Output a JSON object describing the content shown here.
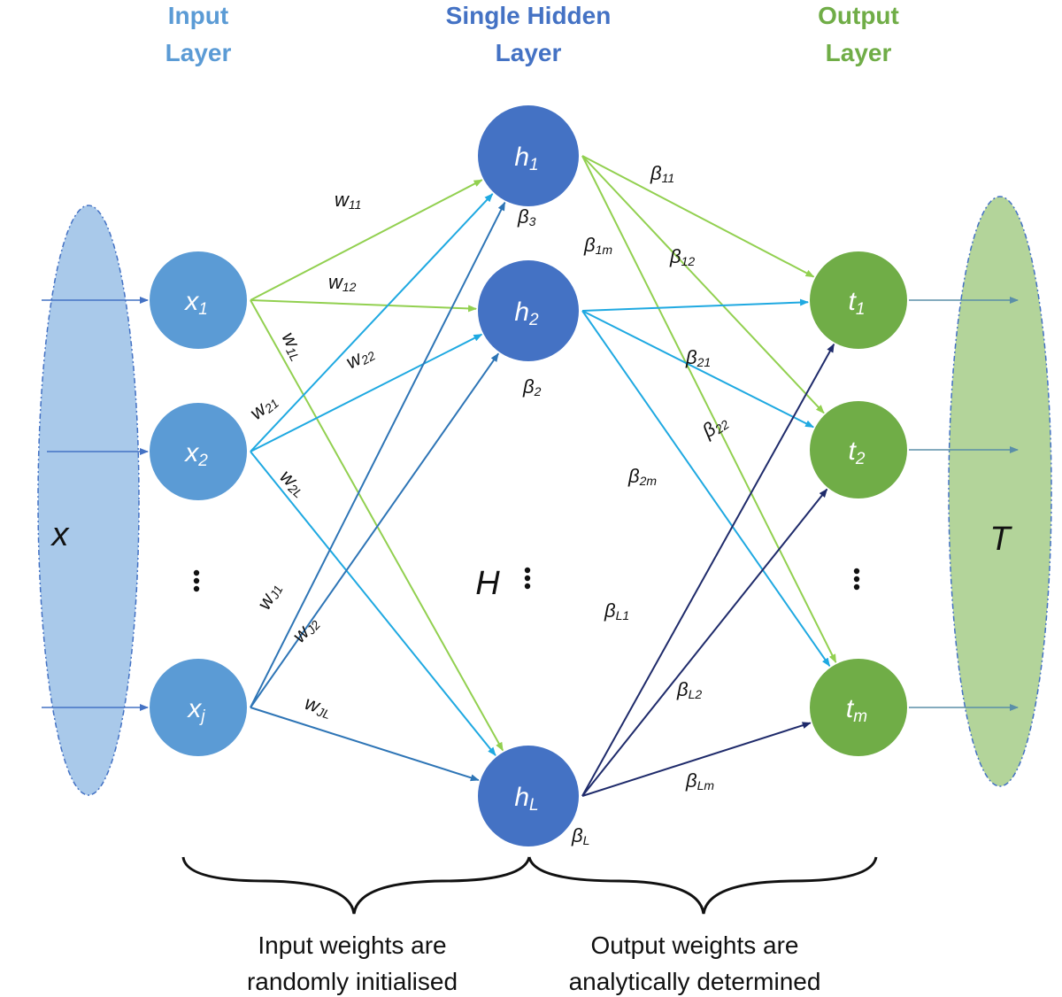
{
  "headers": {
    "input": [
      "Input",
      "Layer"
    ],
    "hidden": [
      "Single Hidden",
      "Layer"
    ],
    "output": [
      "Output",
      "Layer"
    ]
  },
  "colors": {
    "input_header": "#5B9BD5",
    "hidden_header": "#4472C4",
    "output_header": "#70AD47",
    "input_node": "#5B9BD5",
    "hidden_node": "#4472C4",
    "output_node": "#70AD47",
    "input_ellipse": "#A9C9EA",
    "output_ellipse": "#B3D49A",
    "edge_green": "#92D050",
    "edge_cyan": "#1FA9E1",
    "edge_blue": "#2E75B6",
    "edge_navy": "#1F2B6B"
  },
  "input_ellipse_label": "x",
  "output_ellipse_label": "T",
  "hidden_center_label": "H",
  "input_nodes": [
    {
      "id": "x1",
      "base": "x",
      "sub": "1"
    },
    {
      "id": "x2",
      "base": "x",
      "sub": "2"
    },
    {
      "id": "xj",
      "base": "x",
      "sub": "j"
    }
  ],
  "hidden_nodes": [
    {
      "id": "h1",
      "base": "h",
      "sub": "1"
    },
    {
      "id": "h2",
      "base": "h",
      "sub": "2"
    },
    {
      "id": "hL",
      "base": "h",
      "sub": "L"
    }
  ],
  "output_nodes": [
    {
      "id": "t1",
      "base": "t",
      "sub": "1"
    },
    {
      "id": "t2",
      "base": "t",
      "sub": "2"
    },
    {
      "id": "tm",
      "base": "t",
      "sub": "m"
    }
  ],
  "bias_labels": [
    {
      "base": "β",
      "sub": "3"
    },
    {
      "base": "β",
      "sub": "2"
    },
    {
      "base": "β",
      "sub": "L"
    }
  ],
  "input_weights": [
    {
      "from": "x1",
      "to": "h1",
      "base": "w",
      "sub": "11",
      "color": "edge_green"
    },
    {
      "from": "x1",
      "to": "h2",
      "base": "w",
      "sub": "12",
      "color": "edge_green"
    },
    {
      "from": "x1",
      "to": "hL",
      "base": "w",
      "sub": "1L",
      "color": "edge_green"
    },
    {
      "from": "x2",
      "to": "h1",
      "base": "w",
      "sub": "21",
      "color": "edge_cyan"
    },
    {
      "from": "x2",
      "to": "h2",
      "base": "w",
      "sub": "22",
      "color": "edge_cyan"
    },
    {
      "from": "x2",
      "to": "hL",
      "base": "w",
      "sub": "2L",
      "color": "edge_cyan"
    },
    {
      "from": "xj",
      "to": "h1",
      "base": "w",
      "sub": "J1",
      "color": "edge_blue"
    },
    {
      "from": "xj",
      "to": "h2",
      "base": "w",
      "sub": "J2",
      "color": "edge_blue"
    },
    {
      "from": "xj",
      "to": "hL",
      "base": "w",
      "sub": "JL",
      "color": "edge_blue"
    }
  ],
  "output_weights": [
    {
      "from": "h1",
      "to": "t1",
      "base": "β",
      "sub": "11",
      "color": "edge_green"
    },
    {
      "from": "h1",
      "to": "t2",
      "base": "β",
      "sub": "12",
      "color": "edge_green"
    },
    {
      "from": "h1",
      "to": "tm",
      "base": "β",
      "sub": "1m",
      "color": "edge_green"
    },
    {
      "from": "h2",
      "to": "t1",
      "base": "β",
      "sub": "21",
      "color": "edge_cyan"
    },
    {
      "from": "h2",
      "to": "t2",
      "base": "β",
      "sub": "22",
      "color": "edge_cyan"
    },
    {
      "from": "h2",
      "to": "tm",
      "base": "β",
      "sub": "2m",
      "color": "edge_cyan"
    },
    {
      "from": "hL",
      "to": "t1",
      "base": "β",
      "sub": "L1",
      "color": "edge_navy"
    },
    {
      "from": "hL",
      "to": "t2",
      "base": "β",
      "sub": "L2",
      "color": "edge_navy"
    },
    {
      "from": "hL",
      "to": "tm",
      "base": "β",
      "sub": "Lm",
      "color": "edge_navy"
    }
  ],
  "captions": {
    "left": [
      "Input weights are",
      "randomly initialised"
    ],
    "right": [
      "Output weights are",
      "analytically determined"
    ]
  }
}
